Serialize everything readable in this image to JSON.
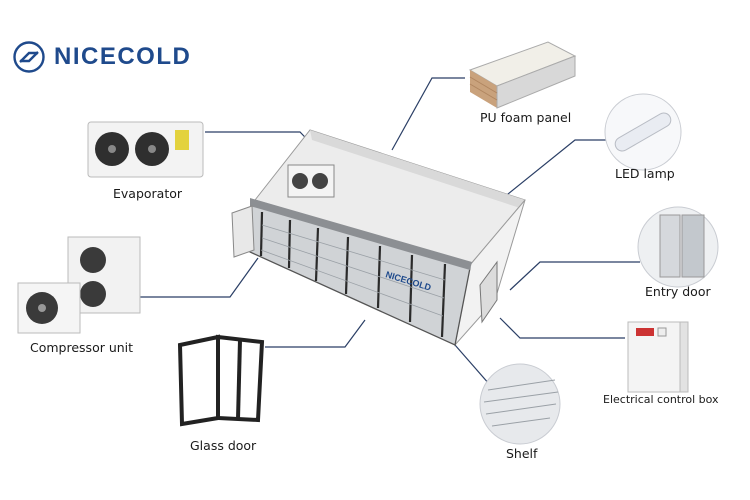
{
  "brand": {
    "name": "NICECOLD",
    "color": "#1f4a8c"
  },
  "components": {
    "pu_foam_panel": "PU foam panel",
    "evaporator": "Evaporator",
    "led_lamp": "LED lamp",
    "compressor_unit": "Compressor unit",
    "entry_door": "Entry door",
    "glass_door": "Glass door",
    "electrical_control_box": "Electrical control box",
    "shelf": "Shelf"
  },
  "room_logo": "NICECOLD",
  "colors": {
    "leader_line": "#2b3f66",
    "room_wall": "#e6e6e6",
    "room_frame": "#555555"
  }
}
